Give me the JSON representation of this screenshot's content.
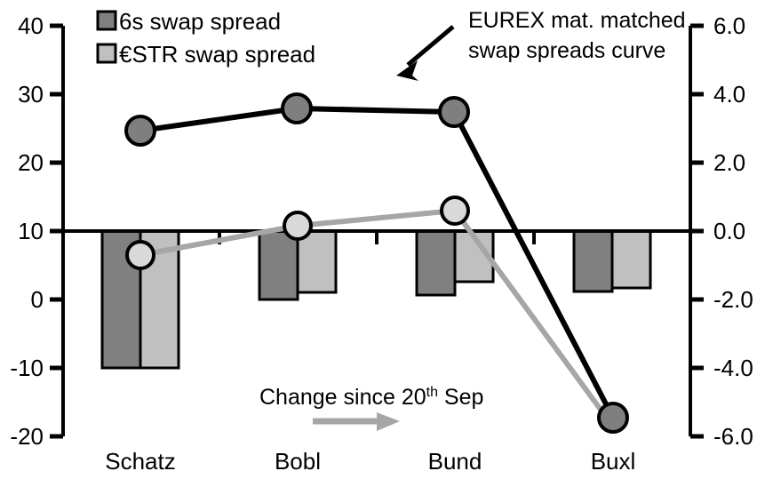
{
  "chart_data": {
    "type": "bar",
    "title": "",
    "subtitle": "",
    "categories": [
      "Schatz",
      "Bobl",
      "Bund",
      "Buxl"
    ],
    "series": [
      {
        "name": "6s swap spread",
        "axis": "left",
        "render": "bar",
        "color": "#808080",
        "values": [
          -10.5,
          0.0,
          -1.5,
          -1.5
        ]
      },
      {
        "name": "€STR swap spread",
        "axis": "left",
        "render": "bar",
        "color": "#c0c0c0",
        "values": [
          -10.5,
          1.0,
          -1.0,
          -1.2
        ]
      },
      {
        "name": "EUREX mat. matched swap spreads curve",
        "axis": "right",
        "render": "line",
        "color": "#7f7f7f",
        "line_color": "#000000",
        "values": [
          2.9,
          3.6,
          3.5,
          -5.5
        ]
      },
      {
        "name": "Change since 20th Sep",
        "axis": "right",
        "render": "line",
        "color": "#d9d9d9",
        "line_color": "#a6a6a6",
        "values": [
          -0.8,
          0.1,
          0.6,
          -6.2
        ]
      }
    ],
    "left_axis": {
      "min": -20,
      "max": 40,
      "step": 10,
      "ticks": [
        "40",
        "30",
        "20",
        "10",
        "0",
        "-10",
        "-20"
      ],
      "label": ""
    },
    "right_axis": {
      "min": -6.0,
      "max": 6.0,
      "step": 2.0,
      "ticks": [
        "6.0",
        "4.0",
        "2.0",
        "0.0",
        "-2.0",
        "-4.0",
        "-6.0"
      ],
      "label": ""
    },
    "zero_line_left_value": 10,
    "zero_line_right_value": 0.0,
    "grid": false,
    "xlabel": "",
    "ylabel": ""
  },
  "legend": {
    "position": "top-left",
    "items": [
      {
        "label": "6s swap spread",
        "color": "#808080"
      },
      {
        "label": "€STR swap spread",
        "color": "#c0c0c0"
      }
    ]
  },
  "annotations": {
    "curve_callout": {
      "line1": "EUREX mat. matched",
      "line2": "swap spreads curve",
      "arrow": "arrow-down-left"
    },
    "change_note": {
      "prefix": "Change since 20",
      "superscript": "th",
      "suffix": " Sep",
      "arrow": "arrow-right",
      "arrow_color": "#a6a6a6"
    }
  },
  "colors": {
    "bar_dark": "#808080",
    "bar_light": "#c0c0c0",
    "line_dark": "#000000",
    "line_light": "#a6a6a6",
    "marker_dark_fill": "#7f7f7f",
    "marker_light_fill": "#d9d9d9",
    "axis": "#000000",
    "background": "#ffffff"
  }
}
